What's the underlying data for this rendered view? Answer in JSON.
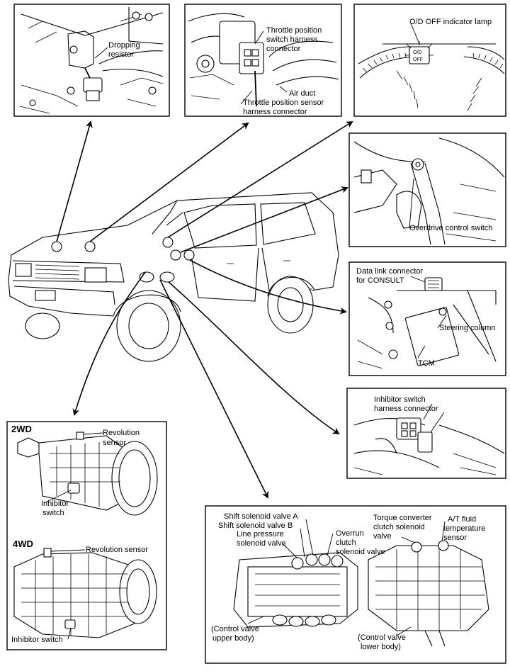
{
  "panels": {
    "dropping_resistor": {
      "label_line1": "Dropping",
      "label_line2": "resistor"
    },
    "throttle_sensor": {
      "switch_line1": "Throttle position",
      "switch_line2": "switch harness",
      "switch_line3": "connector",
      "air_duct": "Air duct",
      "sensor_line1": "Throttle position sensor",
      "sensor_line2": "harness connector"
    },
    "od_lamp": {
      "label": "O/D OFF indicator lamp",
      "lamp_top": "O/D",
      "lamp_bottom": "OFF"
    },
    "overdrive_switch": {
      "label": "Overdrive control switch"
    },
    "data_link": {
      "label_line1": "Data link connector",
      "label_line2": "for CONSULT",
      "steering": "Steering column",
      "tcm": "TCM"
    },
    "inhibitor_connector": {
      "label_line1": "Inhibitor switch",
      "label_line2": "harness connector"
    },
    "drivetrain": {
      "title_2wd": "2WD",
      "rev_line1": "Revolution",
      "rev_line2": "sensor",
      "inhibitor_2wd_line1": "Inhibitor",
      "inhibitor_2wd_line2": "switch",
      "title_4wd": "4WD",
      "rev_4wd": "Revolution sensor",
      "inhibitor_4wd": "Inhibitor switch"
    },
    "control_valve": {
      "shift_a": "Shift solenoid valve A",
      "shift_b": "Shift solenoid valve B",
      "line_line1": "Line pressure",
      "line_line2": "solenoid valve",
      "overrun_line1": "Overrun",
      "overrun_line2": "clutch",
      "overrun_line3": "solenoid valve",
      "upper_line1": "(Control valve",
      "upper_line2": "upper body)",
      "tcc_line1": "Torque converter",
      "tcc_line2": "clutch solenoid",
      "tcc_line3": "valve",
      "fluid_line1": "A/T fluid",
      "fluid_line2": "temperature",
      "fluid_line3": "sensor",
      "lower_line1": "(Control valve",
      "lower_line2": "lower body)"
    }
  }
}
